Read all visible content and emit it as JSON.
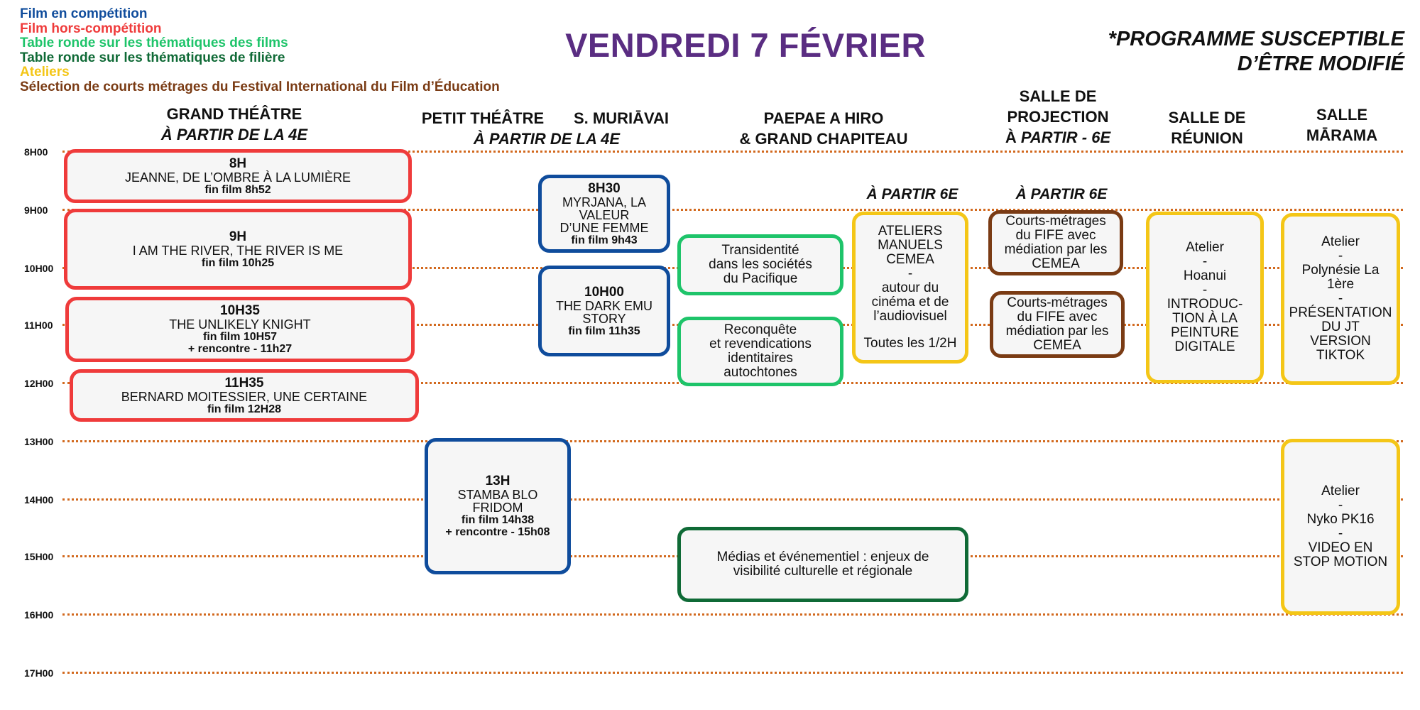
{
  "legend": [
    {
      "label": "Film en compétition",
      "color": "#0f4c9c"
    },
    {
      "label": "Film hors-compétition",
      "color": "#ef3b3b"
    },
    {
      "label": "Table ronde sur les thématiques des films",
      "color": "#1ec46a"
    },
    {
      "label": "Table ronde sur les thématiques de filière",
      "color": "#0f6a36"
    },
    {
      "label": "Ateliers",
      "color": "#f4c617"
    },
    {
      "label": "Sélection de courts métrages du Festival International du Film d’Éducation",
      "color": "#7a3b14"
    }
  ],
  "title": "VENDREDI 7 FÉVRIER",
  "note_line1": "*PROGRAMME SUSCEPTIBLE",
  "note_line2": "D’ÊTRE MODIFIÉ",
  "columns": {
    "grand_theatre": {
      "name": "GRAND THÉÂTRE",
      "sub": "À PARTIR DE LA 4E"
    },
    "petit_theatre": {
      "name": "PETIT THÉÂTRE",
      "sub": "À PARTIR DE LA 4E"
    },
    "muriavai": {
      "name": "S. MURIĀVAI"
    },
    "paepae": {
      "name1": "PAEPAE A HIRO",
      "name2": "& GRAND CHAPITEAU"
    },
    "projection": {
      "name1": "SALLE DE",
      "name2": "PROJECTION",
      "sub_prefix": "À ",
      "sub": "PARTIR - 6E"
    },
    "reunion": {
      "name1": "SALLE DE",
      "name2": "RÉUNION"
    },
    "marama": {
      "name1": "SALLE",
      "name2": "MĀRAMA"
    }
  },
  "age_labels": {
    "paepae": "À PARTIR 6E",
    "projection": "À PARTIR 6E"
  },
  "hours": [
    "8H00",
    "9H00",
    "10H00",
    "11H00",
    "12H00",
    "13H00",
    "14H00",
    "15H00",
    "16H00",
    "17H00"
  ],
  "events": {
    "e1": {
      "time": "8H",
      "name": "JEANNE, DE L’OMBRE À LA LUMIÈRE",
      "fin": "fin film 8h52"
    },
    "e2": {
      "time": "9H",
      "name": "I AM THE RIVER, THE RIVER IS ME",
      "fin": "fin film 10h25"
    },
    "e3": {
      "time": "10H35",
      "name": "THE UNLIKELY KNIGHT",
      "fin": "fin film 10H57",
      "extra": "+ rencontre - 11h27"
    },
    "e4": {
      "time": "11H35",
      "name": "BERNARD MOITESSIER, UNE CERTAINE",
      "fin": "fin film 12H28"
    },
    "e5": {
      "time": "8H30",
      "name1": "MYRJANA, LA",
      "name2": "VALEUR",
      "name3": "D’UNE FEMME",
      "fin": "fin film 9h43"
    },
    "e6": {
      "time": "10H00",
      "name1": "THE DARK EMU",
      "name2": "STORY",
      "fin": "fin film 11h35"
    },
    "e7": {
      "time": "13H",
      "name1": "STAMBA BLO",
      "name2": "FRIDOM",
      "fin": "fin film 14h38",
      "extra": "+ rencontre - 15h08"
    },
    "e8": {
      "l1": "Transidentité",
      "l2": "dans les sociétés",
      "l3": "du Pacifique"
    },
    "e9": {
      "l1": "Reconquête",
      "l2": "et revendications",
      "l3": "identitaires",
      "l4": "autochtones"
    },
    "e10": {
      "l1": "Médias et événementiel : enjeux de",
      "l2": "visibilité culturelle et régionale"
    },
    "e11": {
      "l1": "ATELIERS",
      "l2": "MANUELS",
      "l3": "CEMEA",
      "l4": "-",
      "l5": "autour du",
      "l6": "cinéma et de",
      "l7": "l’audiovisuel",
      "l8": "Toutes les 1/2H"
    },
    "e12": {
      "l1": "Courts-métrages",
      "l2": "du FIFE avec",
      "l3": "médiation par les",
      "l4": "CEMEA"
    },
    "e13": {
      "l1": "Courts-métrages",
      "l2": "du FIFE avec",
      "l3": "médiation par les",
      "l4": "CEMEA"
    },
    "e14": {
      "l1": "Atelier",
      "l2": "-",
      "l3": "Hoanui",
      "l4": "-",
      "l5": "INTRODUC-",
      "l6": "TION À LA",
      "l7": "PEINTURE",
      "l8": "DIGITALE"
    },
    "e15": {
      "l1": "Atelier",
      "l2": "-",
      "l3": "Polynésie La",
      "l4": "1ère",
      "l5": "-",
      "l6": "PRÉSENTATION",
      "l7": "DU JT",
      "l8": "VERSION",
      "l9": "TIKTOK"
    },
    "e16": {
      "l1": "Atelier",
      "l2": "-",
      "l3": "Nyko PK16",
      "l4": "-",
      "l5": "VIDEO EN",
      "l6": "STOP MOTION"
    }
  }
}
